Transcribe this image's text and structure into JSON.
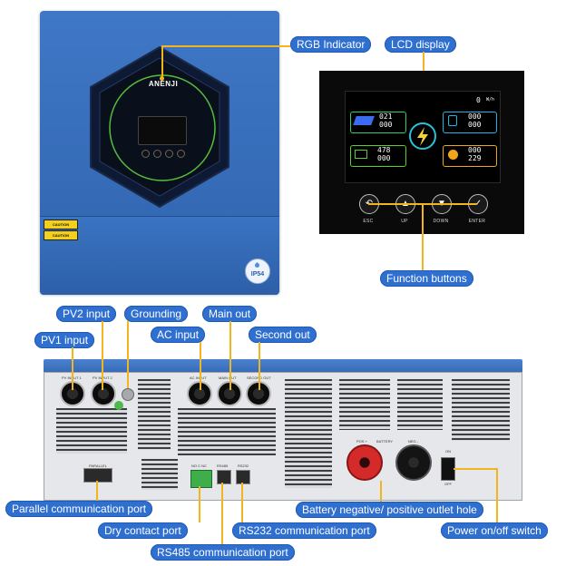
{
  "front": {
    "brand": "ANENJI",
    "caution_1": "CAUTION",
    "caution_2": "CAUTION",
    "ip_rating": "IP54"
  },
  "lcd": {
    "value_top_right": "0",
    "value_top_right_unit": "W/h",
    "pv_value_1": "021",
    "pv_value_2": "000",
    "grid_value_1": "000",
    "grid_value_2": "000",
    "battery_value_1": "478",
    "battery_value_2": "000",
    "load_value_1": "000",
    "load_value_2": "229",
    "buttons": [
      {
        "label": "ESC",
        "icon": "back-arrow-icon"
      },
      {
        "label": "UP",
        "icon": "up-arrow-icon"
      },
      {
        "label": "DOWN",
        "icon": "down-arrow-icon"
      },
      {
        "label": "ENTER",
        "icon": "check-icon"
      }
    ]
  },
  "panel": {
    "pv_input_1": "PV INPUT 1",
    "pv_input_2": "PV INPUT 2",
    "ac_input": "AC INPUT",
    "main_out": "MAIN OUT",
    "second_out": "SECOND OUT",
    "parallel": "PARALLEL",
    "dry_contact": "NO C NC",
    "rs485": "RS485",
    "rs232": "RS232",
    "pos": "POS +",
    "battery": "BATTERY",
    "neg": "NEG -",
    "on": "ON",
    "off": "OFF"
  },
  "callouts": {
    "rgb_indicator": "RGB Indicator",
    "lcd_display": "LCD display",
    "function_buttons": "Function buttons",
    "pv2_input": "PV2 input",
    "grounding": "Grounding",
    "pv1_input": "PV1 input",
    "ac_input": "AC input",
    "main_out": "Main out",
    "second_out": "Second out",
    "parallel_port": "Parallel communication port",
    "dry_contact_port": "Dry contact port",
    "rs485_port": "RS485 communication port",
    "rs232_port": "RS232 communication port",
    "battery_outlet": "Battery negative/ positive outlet hole",
    "power_switch": "Power on/off switch"
  },
  "colors": {
    "callout_bg": "#2f6fd0",
    "leader": "#f2b51d",
    "chassis": "#3a74c2"
  }
}
